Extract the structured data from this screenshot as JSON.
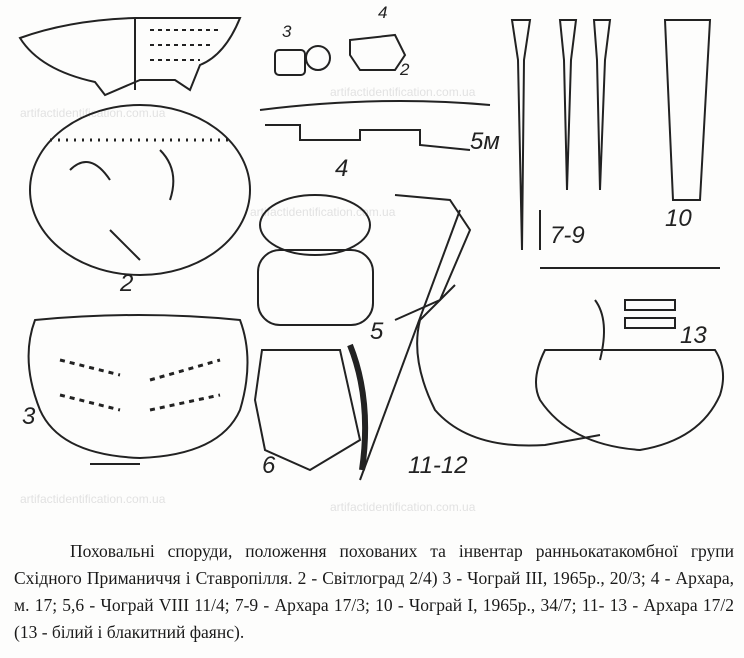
{
  "watermark": "artifactidentification.com.ua",
  "figure_labels": {
    "f3_small": "3",
    "f2_small": "2",
    "f4_small": "4",
    "f5m": "5м",
    "f2": "2",
    "f4": "4",
    "f79": "7-9",
    "f10": "10",
    "f3": "3",
    "f5": "5",
    "f13": "13",
    "f6": "6",
    "f1112": "11-12"
  },
  "caption": "Поховальні споруди, положення похованих та інвентар ранньокатакомбної групи Східного Приманиччя і Ставропілля. 2 -  Світлоград 2/4) 3 - Чограй III, 1965р., 20/3; 4 - Архара, м. 17; 5,6 - Чограй VIII 11/4; 7-9 - Архара 17/3; 10 - Чограй I, 1965р., 34/7; 11- 13 - Архара 17/2 (13 - білий і блакитний фаянс)."
}
